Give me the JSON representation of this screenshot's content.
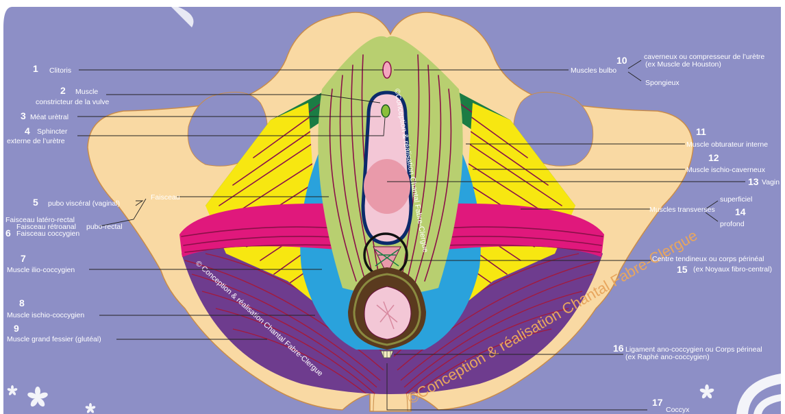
{
  "colors": {
    "background": "#8d8fc6",
    "bone": "#f9d9a3",
    "bone_stroke": "#c98c4a",
    "pink_muscle": "#e0187c",
    "purple_muscle": "#6e3c8e",
    "yellow_muscle": "#f7e711",
    "blue_fascia": "#2aa2dc",
    "green_muscle": "#1b7c44",
    "olive_muscle": "#b8cf70",
    "vagina_pink": "#f3c7d6",
    "navy_outline": "#0b2a6b"
  },
  "numbers": {
    "n1": "1",
    "n2": "2",
    "n3": "3",
    "n4": "4",
    "n5": "5",
    "n6": "6",
    "n7": "7",
    "n8": "8",
    "n9": "9",
    "n10": "10",
    "n11": "11",
    "n12": "12",
    "n13": "13",
    "n14": "14",
    "n15": "15",
    "n16": "16",
    "n17": "17"
  },
  "labels": {
    "clitoris": "Clitoris",
    "muscle": "Muscle",
    "constricteur": "constricteur de la vulve",
    "meat": "Méat urètral",
    "sphincter": "Sphincter",
    "sphincter2": "externe de l’urètre",
    "pubo_visceral": "pubo viscéral (vaginal)",
    "faisceau": "Faisceau",
    "lat_rectal": "Faisceau latéro-rectal",
    "retroanal": "Faisceau rétroanal",
    "pubo_rectal": "pubo-rectal",
    "coccygien": "Faisceau coccygien",
    "ilio": "Muscle ilio-coccygien",
    "ischio_cocc": "Muscle ischio-coccygien",
    "fessier": "Muscle grand fessier (glutéal)",
    "bulbo": "Muscles bulbo",
    "caverneux": "caverneux ou compresseur de l’urètre",
    "houston": "(ex Muscle de Houston)",
    "spongieux": "Spongieux",
    "obturateur": "Muscle obturateur interne",
    "ischio_cav": "Muscle ischio-caverneux",
    "vagin": "Vagin",
    "transverses": "Muscles transverses",
    "superficiel": "superficiel",
    "profond": "profond",
    "centre": "Centre tendineux ou corps périnéal",
    "noyaux": "(ex Noyaux fibro-central)",
    "ligament": "Ligament ano-coccygien ou Corps périneal",
    "raphe": "(ex Raphé ano-coccygien)",
    "coccyx": "Coccyx"
  },
  "watermarks": {
    "main": "©Conception & réalisation Chantal Fabre-Clergue",
    "small_left": "© Conception & réalisation Chantal Fabre-Clergue",
    "small_center": "©Conception & réalisation Chantal Fabre-Clergue"
  }
}
